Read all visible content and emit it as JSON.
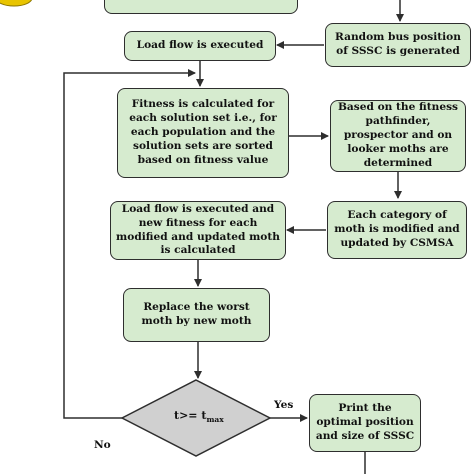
{
  "nodes": {
    "top_left_partial": "",
    "load_flow": "Load flow is executed",
    "random_bus": "Random bus position of SSSC is generated",
    "fitness_calc": "Fitness is calculated for each solution set i.e., for each population and the solution sets are sorted based on fitness value",
    "fitness_based": "Based on the fitness pathfinder, prospector and on looker moths are determined",
    "load_flow_new": "Load flow is executed and new fitness for each modified and updated moth is calculated",
    "category_moth": "Each category of moth is modified and updated by CSMSA",
    "replace_worst": "Replace the worst moth by new moth",
    "decision_prefix": "t>= t",
    "decision_sub": "max",
    "print_optimal": "Print the optimal position and size of SSSC"
  },
  "edge_labels": {
    "yes": "Yes",
    "no": "No"
  },
  "colors": {
    "box_fill": "#d6ebcf",
    "decision_fill": "#d0d0d0",
    "stroke": "#2e2e2e",
    "logo": "#e8c400"
  }
}
